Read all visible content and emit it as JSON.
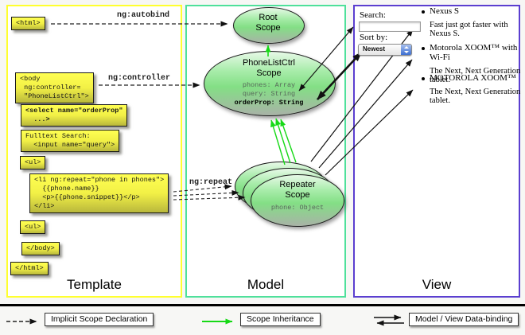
{
  "panels": {
    "template": {
      "label": "Template"
    },
    "model": {
      "label": "Model"
    },
    "view": {
      "label": "View"
    }
  },
  "template": {
    "directive_labels": {
      "autobind": "ng:autobind",
      "controller": "ng:controller",
      "repeat": "ng:repeat"
    },
    "boxes": {
      "html_open": "<html>",
      "body_open": "<body\n ng:controller=\n \"PhoneListCtrl\">",
      "select": "<select name=\"orderProp\"\n  ...>",
      "fulltext_search": "Fulltext Search:\n  <input name=\"query\">",
      "ul_open": "<ul>",
      "li_repeat": "<li ng:repeat=\"phone in phones\">\n  {{phone.name}}\n  <p>{{phone.snippet}}</p>\n</li>",
      "ul_close": "<ul>",
      "body_close": "</body>",
      "html_close": "</html>"
    }
  },
  "model": {
    "root_scope": {
      "title": "Root\nScope"
    },
    "phonelist_scope": {
      "title": "PhoneListCtrl\nScope",
      "prop1": "phones: Array",
      "prop2": "query: String",
      "prop3_bold": "orderProp: String"
    },
    "repeater_scope": {
      "title": "Repeater\nScope",
      "prop1": "phone: Object"
    }
  },
  "view": {
    "search_label": "Search:",
    "search_value": "",
    "sort_label": "Sort by:",
    "sort_selected": "Newest",
    "items": [
      {
        "name": "Nexus S",
        "desc": "Fast just got faster with Nexus S."
      },
      {
        "name": "Motorola XOOM™ with Wi-Fi",
        "desc": "The Next, Next Generation tablet."
      },
      {
        "name": "MOTOROLA XOOM™",
        "desc": "The Next, Next Generation tablet."
      }
    ]
  },
  "legend": {
    "implicit": "Implicit Scope Declaration",
    "inheritance": "Scope Inheritance",
    "databinding": "Model / View Data-binding"
  },
  "colors": {
    "template_border": "#ffff2e",
    "model_border": "#4fe09b",
    "view_border": "#5b3fd0",
    "scope_fill": "#8ee28e",
    "code_box_fill": "#f2f046",
    "inheritance_arrow": "#16d916",
    "binding_arrow": "#111111"
  }
}
